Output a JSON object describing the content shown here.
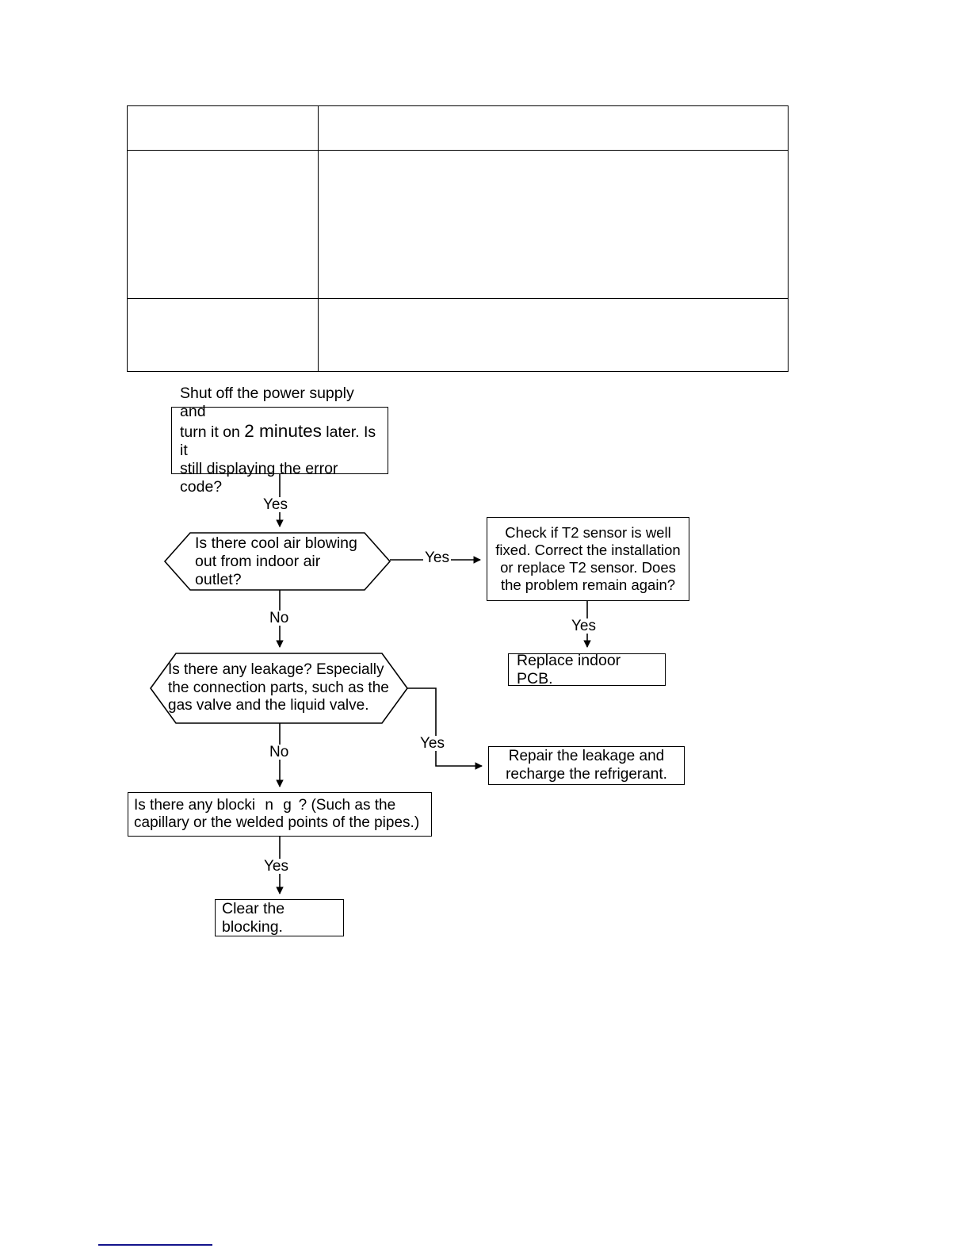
{
  "page": {
    "background_color": "#ffffff",
    "text_color": "#000000",
    "line_color": "#000000",
    "footnote_rule_color": "#13138c"
  },
  "spec_table": {
    "rows": [
      {
        "label": "",
        "value": ""
      },
      {
        "label": "",
        "value": ""
      },
      {
        "label": "",
        "value": ""
      }
    ]
  },
  "flowchart": {
    "nodes": {
      "power_cycle": {
        "shape": "rectangle",
        "line1": "Shut off the power supply and",
        "line2_pre": "turn it on ",
        "line2_emph": "2 minutes",
        "line2_post": " later. Is it",
        "line3": "still displaying the error code?"
      },
      "cool_air": {
        "shape": "hexagon",
        "line1": "Is there cool air blowing",
        "line2": "out from indoor air outlet?"
      },
      "t2_sensor": {
        "shape": "rectangle",
        "line1": "Check if T2 sensor is well",
        "line2": "fixed. Correct the installation",
        "line3": "or replace T2 sensor. Does",
        "line4": "the problem remain again?"
      },
      "replace_pcb": {
        "shape": "rectangle",
        "text": "Replace indoor PCB."
      },
      "leakage": {
        "shape": "hexagon",
        "line1": "Is there any leakage? Especially",
        "line2": "the connection parts, such as the",
        "line3": "gas valve and the liquid valve."
      },
      "repair_leak": {
        "shape": "rectangle",
        "line1": "Repair the leakage and",
        "line2": "recharge the refrigerant."
      },
      "blocking": {
        "shape": "rectangle",
        "line1_pre": "Is there any block",
        "line1_spaced": "i n g",
        "line1_post": " ? (Such as the",
        "line2": "capillary or the welded points of the pipes.)"
      },
      "clear_block": {
        "shape": "rectangle",
        "text": "Clear the blocking."
      }
    },
    "edge_labels": {
      "power_to_coolair": "Yes",
      "coolair_no": "No",
      "coolair_yes": "Yes",
      "t2_yes": "Yes",
      "leakage_yes": "Yes",
      "leakage_no": "No",
      "blocking_yes": "Yes"
    }
  }
}
